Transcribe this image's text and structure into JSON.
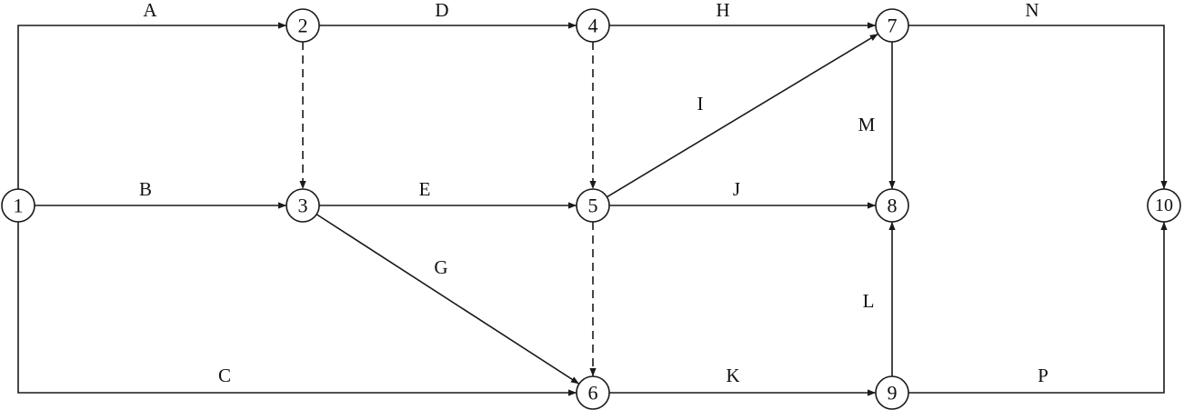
{
  "nodes": [
    {
      "id": "1",
      "label": "1"
    },
    {
      "id": "2",
      "label": "2"
    },
    {
      "id": "3",
      "label": "3"
    },
    {
      "id": "4",
      "label": "4"
    },
    {
      "id": "5",
      "label": "5"
    },
    {
      "id": "6",
      "label": "6"
    },
    {
      "id": "7",
      "label": "7"
    },
    {
      "id": "8",
      "label": "8"
    },
    {
      "id": "9",
      "label": "9"
    },
    {
      "id": "10",
      "label": "10"
    }
  ],
  "edges": [
    {
      "id": "A",
      "label": "A",
      "from": "1",
      "to": "2",
      "dashed": false
    },
    {
      "id": "B",
      "label": "B",
      "from": "1",
      "to": "3",
      "dashed": false
    },
    {
      "id": "C",
      "label": "C",
      "from": "1",
      "to": "6",
      "dashed": false
    },
    {
      "id": "D",
      "label": "D",
      "from": "2",
      "to": "4",
      "dashed": false
    },
    {
      "id": "E",
      "label": "E",
      "from": "3",
      "to": "5",
      "dashed": false
    },
    {
      "id": "G",
      "label": "G",
      "from": "3",
      "to": "6",
      "dashed": false
    },
    {
      "id": "H",
      "label": "H",
      "from": "4",
      "to": "7",
      "dashed": false
    },
    {
      "id": "I",
      "label": "I",
      "from": "5",
      "to": "7",
      "dashed": false
    },
    {
      "id": "J",
      "label": "J",
      "from": "5",
      "to": "8",
      "dashed": false
    },
    {
      "id": "K",
      "label": "K",
      "from": "6",
      "to": "9",
      "dashed": false
    },
    {
      "id": "M",
      "label": "M",
      "from": "7",
      "to": "8",
      "dashed": false
    },
    {
      "id": "N",
      "label": "N",
      "from": "7",
      "to": "10",
      "dashed": false
    },
    {
      "id": "L",
      "label": "L",
      "from": "9",
      "to": "8",
      "dashed": false
    },
    {
      "id": "P",
      "label": "P",
      "from": "9",
      "to": "10",
      "dashed": false
    },
    {
      "id": "d23",
      "label": "",
      "from": "2",
      "to": "3",
      "dashed": true
    },
    {
      "id": "d45",
      "label": "",
      "from": "4",
      "to": "5",
      "dashed": true
    },
    {
      "id": "d56",
      "label": "",
      "from": "5",
      "to": "6",
      "dashed": true
    }
  ]
}
